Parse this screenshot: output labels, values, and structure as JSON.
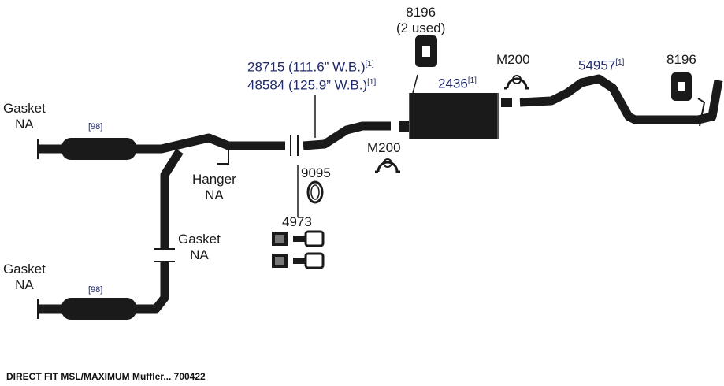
{
  "labels": {
    "gasket_top": [
      "Gasket",
      "NA"
    ],
    "gasket_bottom": [
      "Gasket",
      "NA"
    ],
    "gasket_mid": [
      "Gasket",
      "NA"
    ],
    "hanger": [
      "Hanger",
      "NA"
    ],
    "ref_top": "[98]",
    "ref_bottom": "[98]",
    "pipe_a": "28715 (111.6” W.B.)",
    "pipe_a_sup": "[1]",
    "pipe_b": "48584 (125.9” W.B.)",
    "pipe_b_sup": "[1]",
    "hanger_8196_top": [
      "8196",
      "(2 used)"
    ],
    "muffler": "2436",
    "muffler_sup": "[1]",
    "clamp_top": "M200",
    "clamp_bottom": "M200",
    "tailpipe": "54957",
    "tailpipe_sup": "[1]",
    "hanger_8196_right": "8196",
    "gasket_9095": "9095",
    "bolt_4973": "4973"
  },
  "footer": "DIRECT FIT MSL/MAXIMUM Muffler... 700422",
  "colors": {
    "pipe": "#1a1a1a",
    "label_blue": "#1f2a6b"
  }
}
